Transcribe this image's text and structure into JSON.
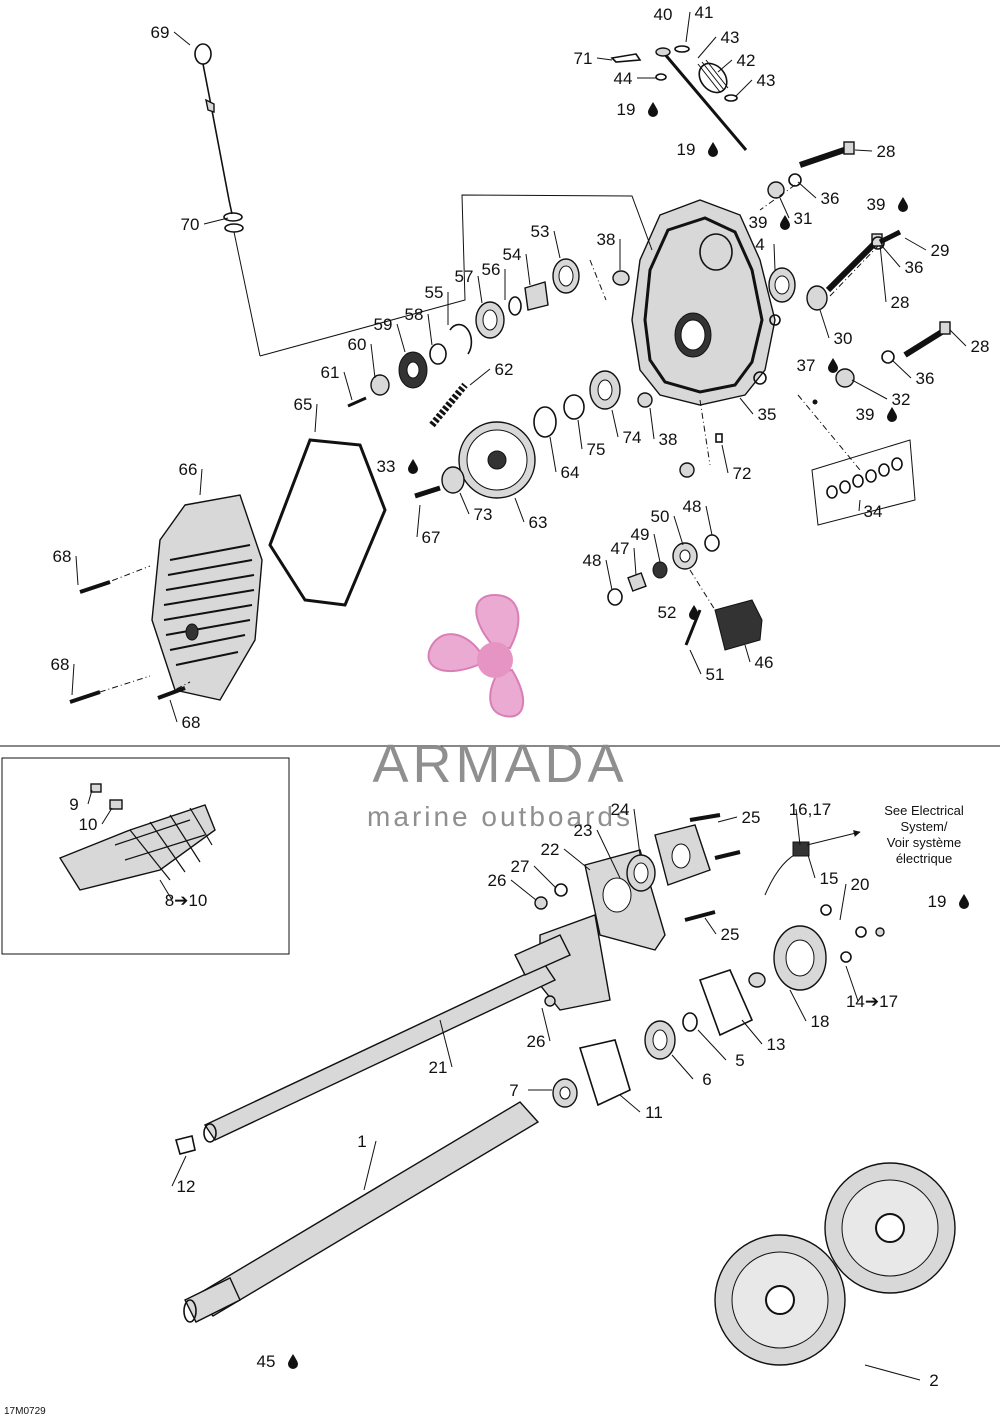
{
  "watermark": {
    "brand": "ARMADA",
    "tagline": "marine outboards",
    "colors": {
      "logo": "#e9a6cf",
      "logo_center": "#e58fc1",
      "text": "#8a8a8a"
    }
  },
  "figure_code": "17M0729",
  "electrical_note": {
    "line1": "See Electrical",
    "line2": "System/",
    "line3": "Voir système",
    "line4": "électrique"
  },
  "lubricant_icon": "oil-drop-icon",
  "callouts": {
    "c69": "69",
    "c70": "70",
    "c71": "71",
    "c44": "44",
    "c40": "40",
    "c41": "41",
    "c43a": "43",
    "c42": "42",
    "c43b": "43",
    "c19a": "19",
    "c19b": "19",
    "c28a": "28",
    "c36a": "36",
    "c31": "31",
    "c39a": "39",
    "c39b": "39",
    "c29": "29",
    "c36b": "36",
    "c28b": "28",
    "c4": "4",
    "c30": "30",
    "c28c": "28",
    "c37": "37",
    "c36c": "36",
    "c32": "32",
    "c39c": "39",
    "c53": "53",
    "c38a": "38",
    "c54": "54",
    "c56": "56",
    "c57": "57",
    "c55": "55",
    "c58": "58",
    "c59": "59",
    "c60": "60",
    "c61": "61",
    "c62": "62",
    "c65": "65",
    "c35": "35",
    "c74": "74",
    "c75": "75",
    "c38b": "38",
    "c64": "64",
    "c72": "72",
    "c34": "34",
    "c66": "66",
    "c33": "33",
    "c73": "73",
    "c63": "63",
    "c67": "67",
    "c68a": "68",
    "c68b": "68",
    "c68c": "68",
    "c48a": "48",
    "c50": "50",
    "c49": "49",
    "c47": "47",
    "c48b": "48",
    "c52": "52",
    "c51": "51",
    "c46": "46",
    "c9": "9",
    "c10": "10",
    "c8to10": "8➔10",
    "c24": "24",
    "c25a": "25",
    "c23": "23",
    "c22": "22",
    "c27": "27",
    "c26a": "26",
    "c25b": "25",
    "c1617": "16,17",
    "c15": "15",
    "c20": "20",
    "c19c": "19",
    "c14to17": "14➔17",
    "c18": "18",
    "c13": "13",
    "c5": "5",
    "c6": "6",
    "c11": "11",
    "c7": "7",
    "c26b": "26",
    "c21": "21",
    "c12": "12",
    "c1": "1",
    "c45": "45",
    "c2": "2"
  }
}
